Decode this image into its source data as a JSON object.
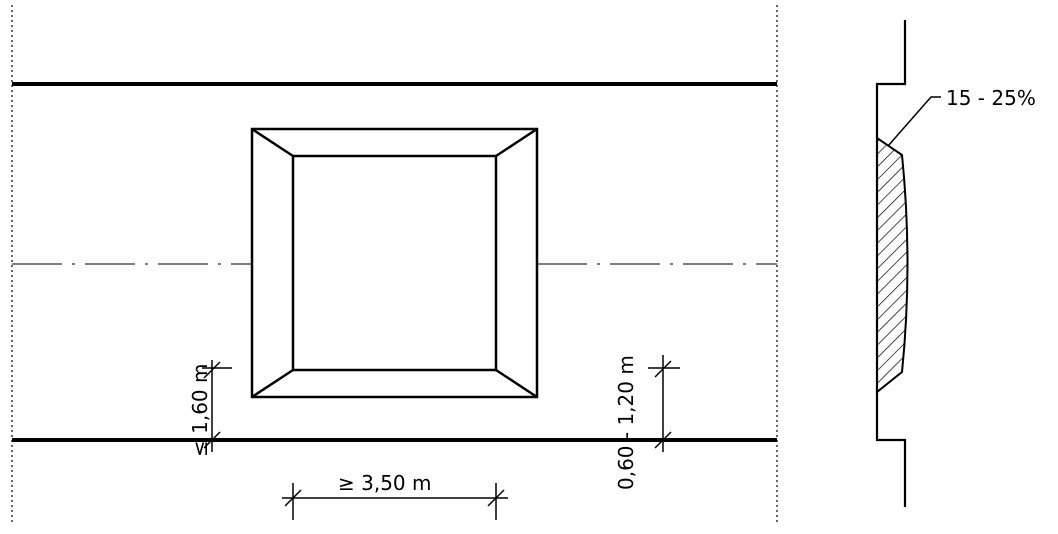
{
  "labels": {
    "max_width": "≤ 1,60 m",
    "distance": "0,60 - 1,20 m",
    "length": "≥ 3,50 m",
    "slope": "15 - 25%"
  }
}
